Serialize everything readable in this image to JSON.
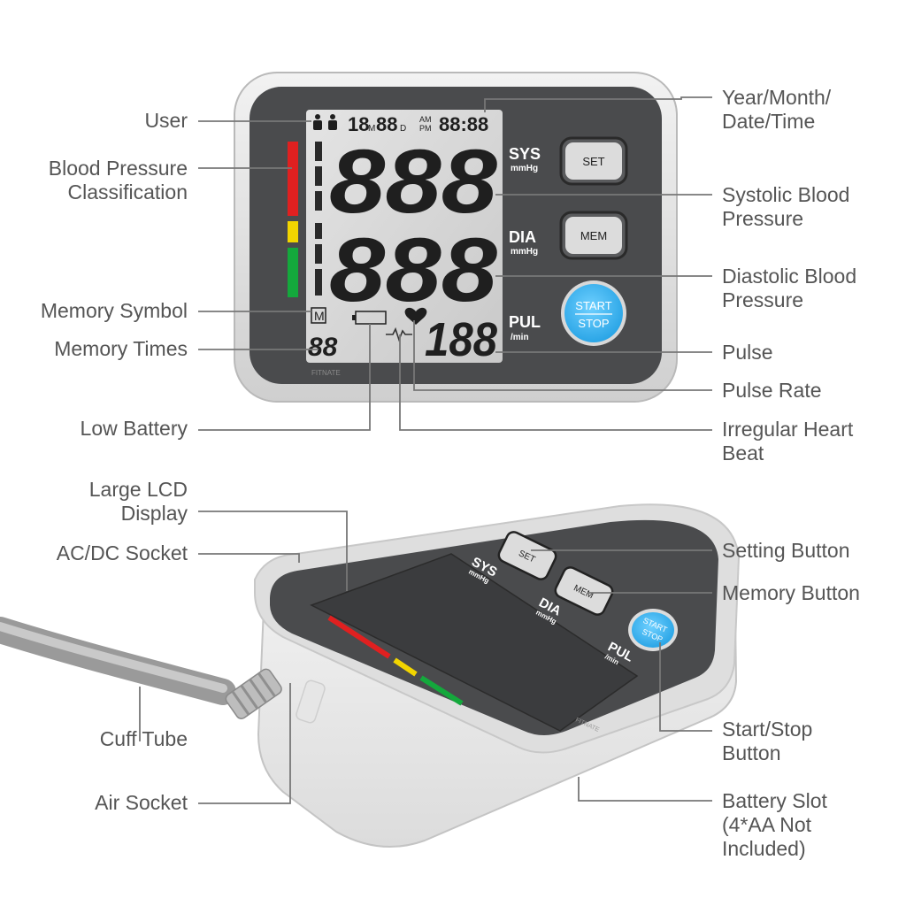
{
  "colors": {
    "bp_red": "#e02020",
    "bp_yellow": "#f2d500",
    "bp_green": "#14a83c",
    "start_button": "#39b6f0",
    "label_text": "#555555",
    "leader_line": "#777777"
  },
  "front_device": {
    "lcd": {
      "calendar_digits": "18",
      "month_marker": "M",
      "day_digits": "88",
      "day_marker": "D",
      "am": "AM",
      "pm": "PM",
      "time_digits": "88:88",
      "systolic_digits": "888",
      "diastolic_digits": "888",
      "memory_marker": "M",
      "memory_digits": "88",
      "pulse_digits": "188"
    },
    "side_labels": {
      "sys": "SYS",
      "sys_unit": "mmHg",
      "dia": "DIA",
      "dia_unit": "mmHg",
      "pul": "PUL",
      "pul_unit": "/min"
    },
    "buttons": {
      "set": "SET",
      "mem": "MEM",
      "start": "START",
      "stop": "STOP"
    },
    "brand": "FITNATE"
  },
  "angled_device": {
    "side_labels": {
      "sys": "SYS",
      "sys_unit": "mmHg",
      "dia": "DIA",
      "dia_unit": "mmHg",
      "pul": "PUL",
      "pul_unit": "/min"
    },
    "buttons": {
      "set": "SET",
      "mem": "MEM",
      "start": "START",
      "stop": "STOP"
    },
    "brand": "FITNATE"
  },
  "callouts": {
    "user": [
      "User"
    ],
    "bp_classification": [
      "Blood Pressure",
      "Classification"
    ],
    "memory_symbol": [
      "Memory Symbol"
    ],
    "memory_times": [
      "Memory Times"
    ],
    "low_battery": [
      "Low Battery"
    ],
    "year_month_date_time": [
      "Year/Month/",
      "Date/Time"
    ],
    "systolic": [
      "Systolic Blood",
      "Pressure"
    ],
    "diastolic": [
      "Diastolic Blood",
      "Pressure"
    ],
    "pulse": [
      "Pulse"
    ],
    "pulse_rate": [
      "Pulse Rate"
    ],
    "irregular_heart_beat": [
      "Irregular Heart",
      "Beat"
    ],
    "large_lcd": [
      "Large LCD",
      "Display"
    ],
    "ac_dc_socket": [
      "AC/DC Socket"
    ],
    "cuff_tube": [
      "Cuff Tube"
    ],
    "air_socket": [
      "Air Socket"
    ],
    "setting_button": [
      "Setting Button"
    ],
    "memory_button": [
      "Memory Button"
    ],
    "start_stop_button": [
      "Start/Stop",
      "Button"
    ],
    "battery_slot": [
      "Battery Slot",
      "(4*AA Not",
      "Included)"
    ]
  }
}
